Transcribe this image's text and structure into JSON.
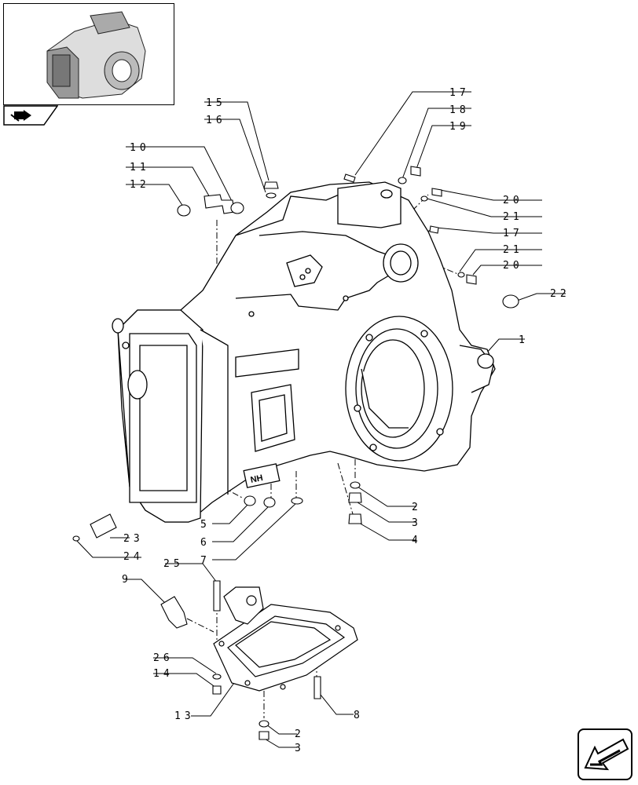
{
  "labels": {
    "p1": "1",
    "p2a": "2",
    "p3a": "3",
    "p4": "4",
    "p5": "5",
    "p6": "6",
    "p7": "7",
    "p8": "8",
    "p9": "9",
    "p10": "10",
    "p11": "11",
    "p12": "12",
    "p13": "13",
    "p14": "14",
    "p15": "15",
    "p16": "16",
    "p17a": "17",
    "p18": "18",
    "p19": "19",
    "p20a": "20",
    "p21a": "21",
    "p17b": "17",
    "p21b": "21",
    "p20b": "20",
    "p22": "22",
    "p23": "23",
    "p24": "24",
    "p25": "25",
    "p26": "26",
    "p2b": "2",
    "p3b": "3"
  },
  "housing_logo": "NH",
  "icons": {
    "thumbnail": "assembly-thumbnail",
    "tab": "folder-arrow-icon",
    "nav": "next-page-arrow-icon"
  },
  "colors": {
    "line": "#000000",
    "background": "#ffffff"
  }
}
